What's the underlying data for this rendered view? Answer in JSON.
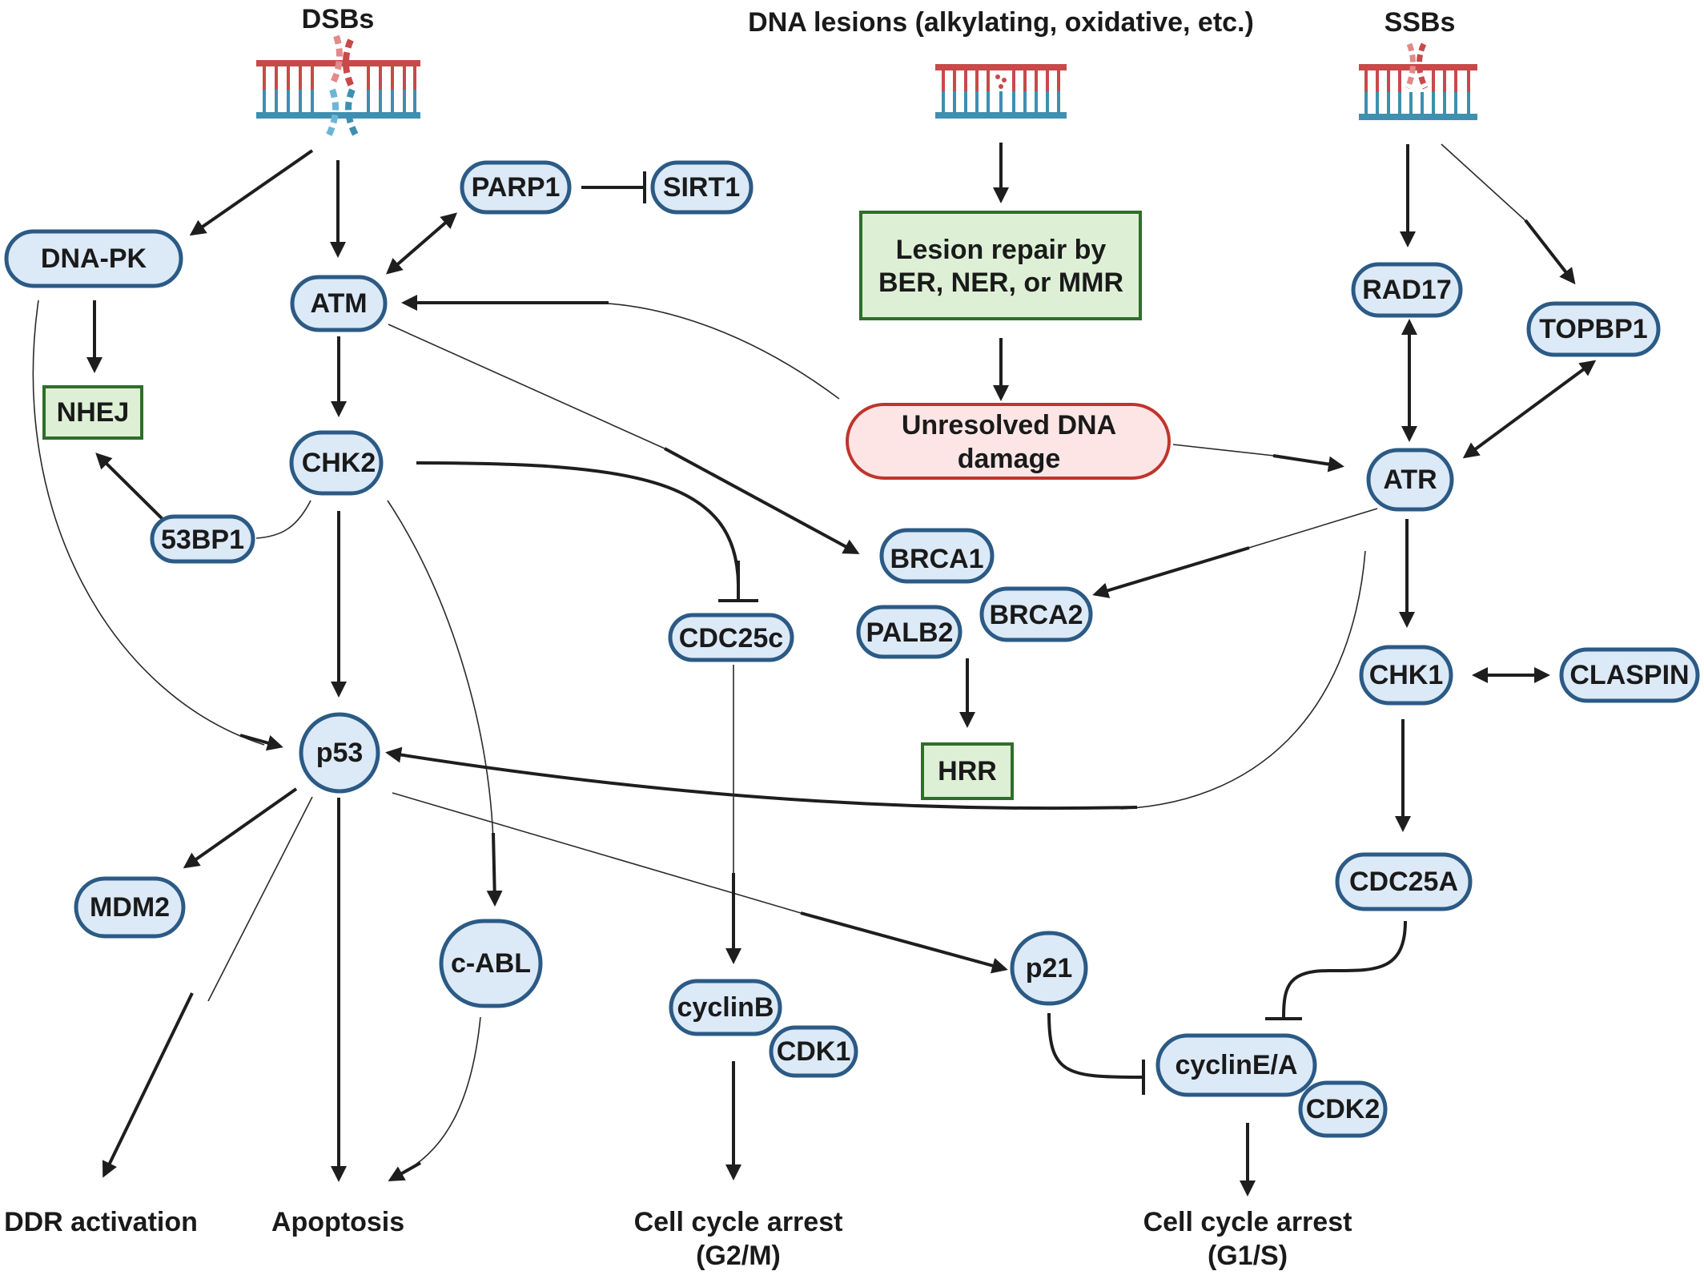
{
  "top_labels": {
    "dsbs": "DSBs",
    "lesions": "DNA lesions (alkylating, oxidative, etc.)",
    "ssbs": "SSBs"
  },
  "nodes": {
    "dna_pk": "DNA-PK",
    "atm": "ATM",
    "parp1": "PARP1",
    "sirt1": "SIRT1",
    "chk2": "CHK2",
    "bp53": "53BP1",
    "p53": "p53",
    "mdm2": "MDM2",
    "c_abl": "c-ABL",
    "cdc25c": "CDC25c",
    "cyclinb": "cyclinB",
    "cdk1": "CDK1",
    "brca1": "BRCA1",
    "brca2": "BRCA2",
    "palb2": "PALB2",
    "p21": "p21",
    "cyclinea": "cyclinE/A",
    "cdk2": "CDK2",
    "rad17": "RAD17",
    "topbp1": "TOPBP1",
    "atr": "ATR",
    "chk1": "CHK1",
    "claspin": "CLASPIN",
    "cdc25a": "CDC25A"
  },
  "green_boxes": {
    "nhej": "NHEJ",
    "hrr": "HRR",
    "lesion_repair_line1": "Lesion repair by",
    "lesion_repair_line2": "BER, NER, or MMR"
  },
  "unresolved": {
    "line1": "Unresolved DNA",
    "line2": "damage"
  },
  "outcomes": {
    "ddr": "DDR activation",
    "apoptosis": "Apoptosis",
    "g2m_line1": "Cell cycle arrest",
    "g2m_line2": "(G2/M)",
    "g1s_line1": "Cell cycle arrest",
    "g1s_line2": "(G1/S)"
  },
  "colors": {
    "node_fill": "#dce9f7",
    "node_stroke": "#2b5a85",
    "green_fill": "#ddf0d5",
    "green_stroke": "#2f6e2a",
    "red_fill": "#fde5e5",
    "red_stroke": "#c0342c",
    "dna_red": "#c8494a",
    "dna_blue": "#3e8fb0"
  }
}
